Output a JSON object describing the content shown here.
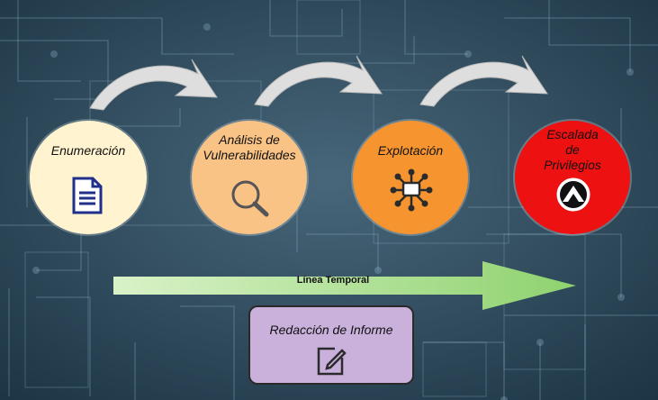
{
  "steps": [
    {
      "label": "Enumeración",
      "icon": "document-icon",
      "color": "#fff4cf"
    },
    {
      "label": "Análisis de Vulnerabilidades",
      "icon": "magnifier-icon",
      "color": "#f9c386"
    },
    {
      "label": "Explotación",
      "icon": "network-icon",
      "color": "#f6952f"
    },
    {
      "label": "Escalada de Privilegios",
      "icon": "upward-arrow-badge-icon",
      "color": "#ee1111"
    }
  ],
  "timeline": {
    "label": "Línea Temporal",
    "color": "#a8e08c"
  },
  "report": {
    "label": "Redacción de Informe",
    "icon": "edit-square-icon",
    "color": "#c9b1dc"
  }
}
